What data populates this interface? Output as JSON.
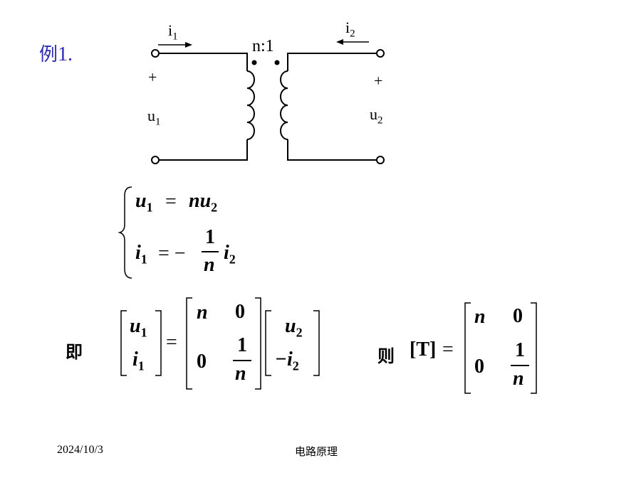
{
  "title": {
    "prefix": "例",
    "number": "1."
  },
  "circuit": {
    "i1": "i",
    "i1_sub": "1",
    "i2": "i",
    "i2_sub": "2",
    "ratio": "n:1",
    "plus_left": "+",
    "plus_right": "+",
    "u1": "u",
    "u1_sub": "1",
    "u2": "u",
    "u2_sub": "2"
  },
  "equations": {
    "eq1_lhs": "u",
    "eq1_lhs_sub": "1",
    "eq1_eq": "=",
    "eq1_rhs": "nu",
    "eq1_rhs_sub": "2",
    "eq2_lhs": "i",
    "eq2_lhs_sub": "1",
    "eq2_eq": "= −",
    "eq2_num": "1",
    "eq2_den": "n",
    "eq2_rhs": "i",
    "eq2_rhs_sub": "2"
  },
  "matrix_eq": {
    "ji": "即",
    "v_u": "u",
    "v_u_sub": "1",
    "v_i": "i",
    "v_i_sub": "1",
    "eq": "=",
    "a11": "n",
    "a12": "0",
    "a21": "0",
    "a22_num": "1",
    "a22_den": "n",
    "w_u": "u",
    "w_u_sub": "2",
    "w_i": "−i",
    "w_i_sub": "2"
  },
  "t_matrix": {
    "ze": "则",
    "label": "[T]",
    "eq": "=",
    "a11": "n",
    "a12": "0",
    "a21": "0",
    "a22_num": "1",
    "a22_den": "n"
  },
  "footer": {
    "date": "2024/10/3",
    "course": "电路原理"
  }
}
